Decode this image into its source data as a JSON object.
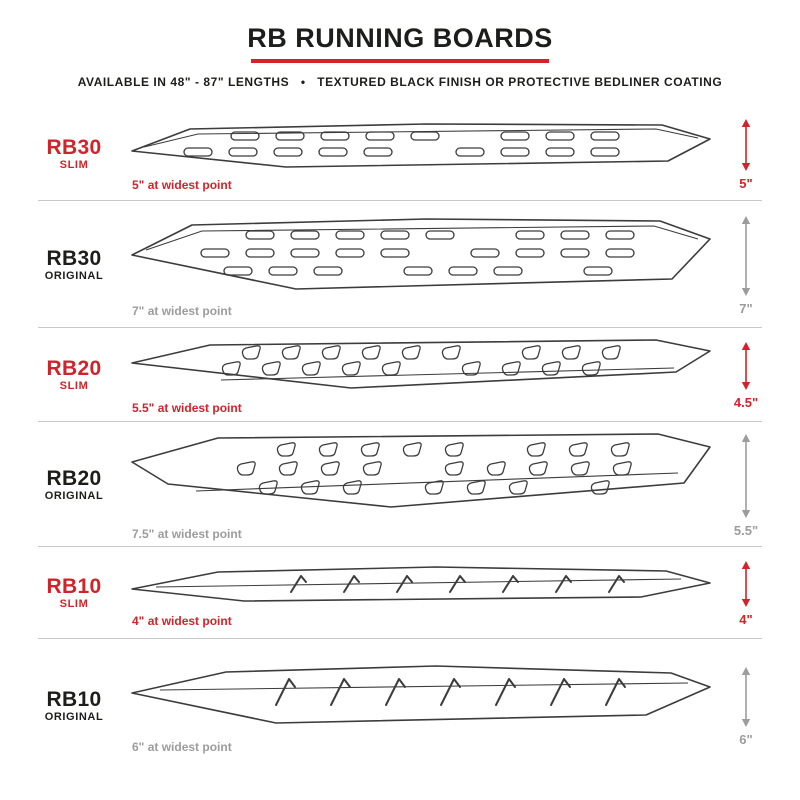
{
  "header": {
    "title": "RB RUNNING BOARDS",
    "subtitle": "AVAILABLE IN 48\" - 87\" LENGTHS   •   TEXTURED BLACK FINISH OR PROTECTIVE BEDLINER COATING"
  },
  "colors": {
    "accent_red": "#d2232a",
    "muted_gray": "#9c9c9c",
    "ink": "#1d1d1b"
  },
  "boards": [
    {
      "model": "RB30",
      "variant": "SLIM",
      "style": "slim",
      "width_note": "5\" at widest point",
      "height_label": "5\""
    },
    {
      "model": "RB30",
      "variant": "ORIGINAL",
      "style": "original",
      "width_note": "7\" at widest point",
      "height_label": "7\""
    },
    {
      "model": "RB20",
      "variant": "SLIM",
      "style": "slim",
      "width_note": "5.5\" at widest point",
      "height_label": "4.5\""
    },
    {
      "model": "RB20",
      "variant": "ORIGINAL",
      "style": "original",
      "width_note": "7.5\" at widest point",
      "height_label": "5.5\""
    },
    {
      "model": "RB10",
      "variant": "SLIM",
      "style": "slim",
      "width_note": "4\" at widest point",
      "height_label": "4\""
    },
    {
      "model": "RB10",
      "variant": "ORIGINAL",
      "style": "original",
      "width_note": "6\" at widest point",
      "height_label": "6\""
    }
  ]
}
